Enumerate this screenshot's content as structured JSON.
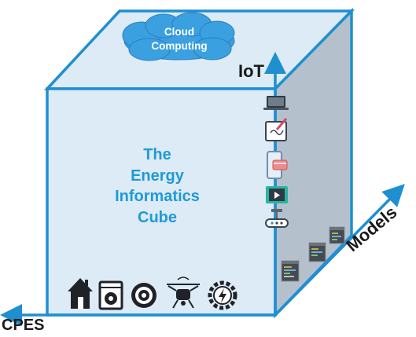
{
  "cube": {
    "title_lines": [
      "The",
      "Energy",
      "Informatics",
      "Cube"
    ],
    "colors": {
      "face": "#dcebf6",
      "side": "#b4c1cd",
      "edge": "#1f8fd0",
      "title": "#1f9ad6"
    }
  },
  "cloud": {
    "lines": [
      "Cloud",
      "Computing"
    ],
    "color": "#3aa0e0"
  },
  "axes": {
    "iot": "IoT",
    "cpes": "CPES",
    "models": "Models"
  },
  "iot_icons": [
    "laptop-icon",
    "tablet-sketch-icon",
    "smartphone-card-icon",
    "media-player-icon",
    "router-icon"
  ],
  "cpes_icons": [
    "house-icon",
    "washing-machine-icon",
    "robot-vacuum-icon",
    "drone-icon",
    "gear-energy-icon"
  ],
  "model_icons": [
    "code-window-icon",
    "code-window-icon",
    "code-window-icon"
  ]
}
